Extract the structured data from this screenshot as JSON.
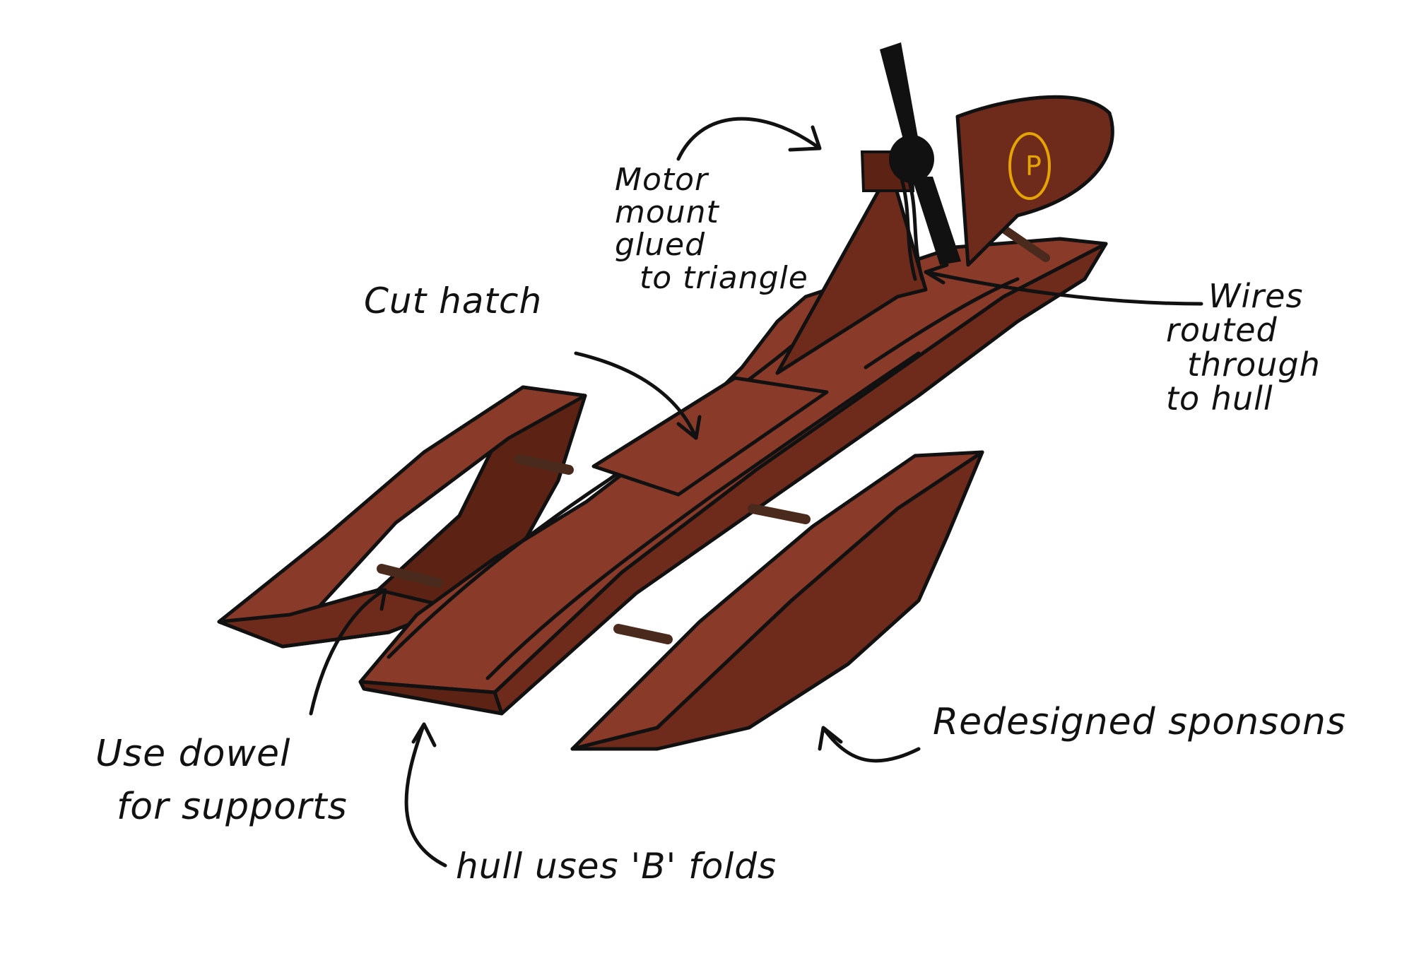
{
  "colors": {
    "hull": "#8a3a29",
    "hull_dark": "#6e2a1b",
    "hull_side": "#5c2214",
    "outline": "#111111",
    "dowel": "#4a2a1c",
    "logo_ring": "#e6a400",
    "background": "#ffffff"
  },
  "icons": [
    "propeller-icon",
    "motor-icon",
    "logo-circle-icon",
    "arrow-icon"
  ],
  "logo": {
    "text": "P"
  },
  "annotations": {
    "motor_mount": [
      "Motor",
      "mount",
      "glued",
      "to triangle"
    ],
    "cut_hatch": [
      "Cut hatch"
    ],
    "wires": [
      "Wires",
      "routed",
      "through",
      "to hull"
    ],
    "dowel": [
      "Use dowel",
      "for supports"
    ],
    "hull_folds": [
      "hull uses 'B' folds"
    ],
    "sponsons": [
      "Redesigned sponsons"
    ]
  }
}
